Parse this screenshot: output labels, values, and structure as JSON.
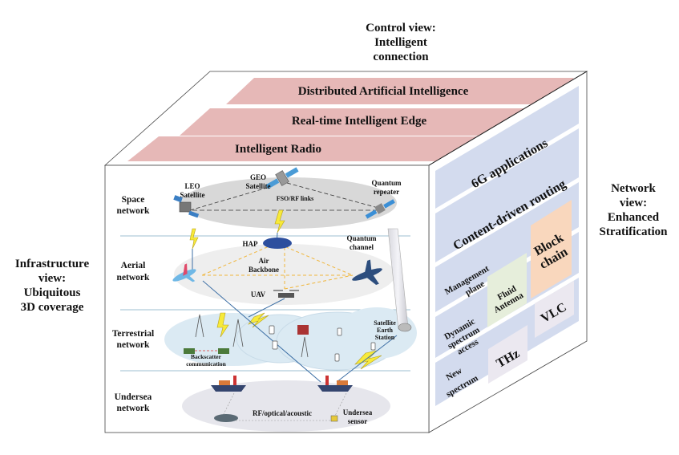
{
  "views": {
    "control": [
      "Control view:",
      "Intelligent",
      "connection"
    ],
    "network": [
      "Network",
      "view:",
      "Enhanced",
      "Stratification"
    ],
    "infrastructure": [
      "Infrastructure",
      "view:",
      "Ubiquitous",
      "3D coverage"
    ]
  },
  "control_layers": [
    {
      "label": "Distributed Artificial Intelligence",
      "color": "#e6b8b7"
    },
    {
      "label": "Real-time Intelligent Edge",
      "color": "#e6b8b7"
    },
    {
      "label": "Intelligent Radio",
      "color": "#e6b8b7"
    }
  ],
  "network_layers": {
    "applications": "6G applications",
    "routing": "Content-driven routing",
    "management": [
      "Management",
      "plane"
    ],
    "dynamic_spectrum": [
      "Dynamic",
      "spectrum",
      "access"
    ],
    "new_spectrum": [
      "New",
      "spectrum"
    ],
    "blockchain": [
      "Block",
      "chain"
    ],
    "fluid_antenna": [
      "Fluid",
      "Antenna"
    ],
    "vlc": "VLC",
    "thz": "THz",
    "colors": {
      "layer": "#d3dbee",
      "blockchain": "#f9d7bd",
      "fluid": "#e6eedb",
      "spectrum_box": "#ebe8f0"
    }
  },
  "infrastructure": {
    "layers": [
      {
        "name": [
          "Space",
          "network"
        ]
      },
      {
        "name": [
          "Aerial",
          "network"
        ]
      },
      {
        "name": [
          "Terrestrial",
          "network"
        ]
      },
      {
        "name": [
          "Undersea",
          "network"
        ]
      }
    ],
    "labels": {
      "leo": [
        "LEO",
        "Satellite"
      ],
      "geo": [
        "GEO",
        "Satellite"
      ],
      "fso": "FSO/RF links",
      "quantum_repeater": [
        "Quantum",
        "repeater"
      ],
      "hap": "HAP",
      "air_backbone": [
        "Air",
        "Backbone"
      ],
      "uav": "UAV",
      "quantum_channel": [
        "Quantum",
        "channel"
      ],
      "backscatter": [
        "Backscatter",
        "communication"
      ],
      "earth_station": [
        "Satellite",
        "Earth",
        "Station"
      ],
      "rf_optical": "RF/optical/acoustic",
      "undersea_sensor": [
        "Undersea",
        "sensor"
      ]
    }
  }
}
